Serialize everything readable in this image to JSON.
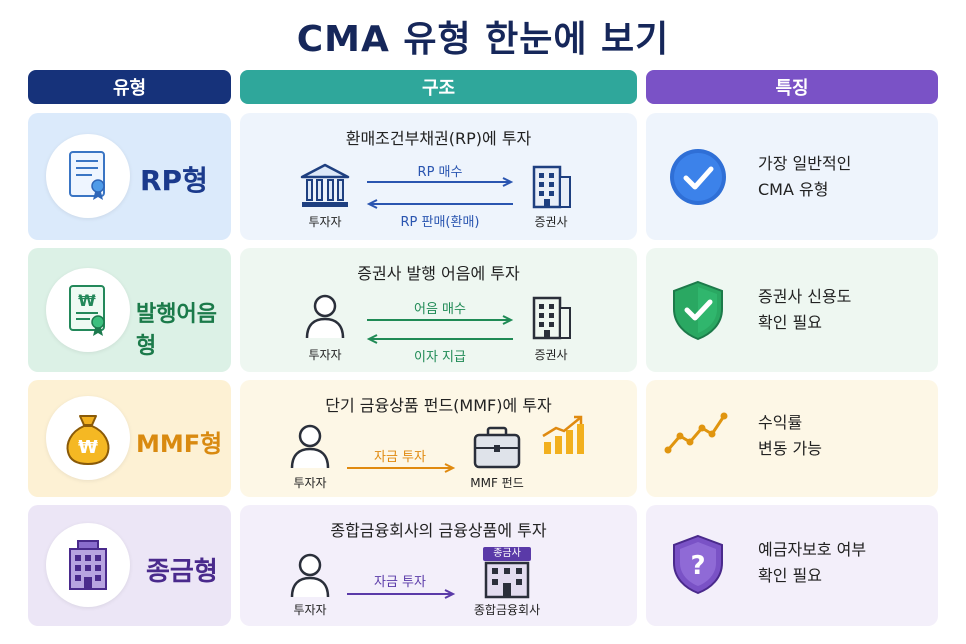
{
  "title": "CMA 유형 한눈에 보기",
  "headers": {
    "type": "유형",
    "structure": "구조",
    "feature": "특징"
  },
  "rows": [
    {
      "name": "RP형",
      "desc": "환매조건부채권(RP)에 투자",
      "left": "투자자",
      "right": "증권사",
      "arrow_top": "RP 매수",
      "arrow_bottom": "RP 판매(환매)",
      "feat1": "가장 일반적인",
      "feat2": "CMA 유형",
      "color": "#1b3a8c"
    },
    {
      "name": "발행어음형",
      "desc": "증권사 발행 어음에 투자",
      "left": "투자자",
      "right": "증권사",
      "arrow_top": "어음 매수",
      "arrow_bottom": "이자 지급",
      "feat1": "증권사 신용도",
      "feat2": "확인 필요",
      "color": "#1b7a4a"
    },
    {
      "name": "MMF형",
      "desc": "단기 금융상품 펀드(MMF)에 투자",
      "left": "투자자",
      "right": "MMF 펀드",
      "arrow_top": "자금 투자",
      "feat1": "수익률",
      "feat2": "변동 가능",
      "color": "#d98a10"
    },
    {
      "name": "종금형",
      "desc": "종합금융회사의 금융상품에 투자",
      "left": "투자자",
      "right": "종합금융회사",
      "arrow_top": "자금 투자",
      "building_sign": "종금사",
      "feat1": "예금자보호 여부",
      "feat2": "확인 필요",
      "color": "#4a2a8c"
    }
  ]
}
